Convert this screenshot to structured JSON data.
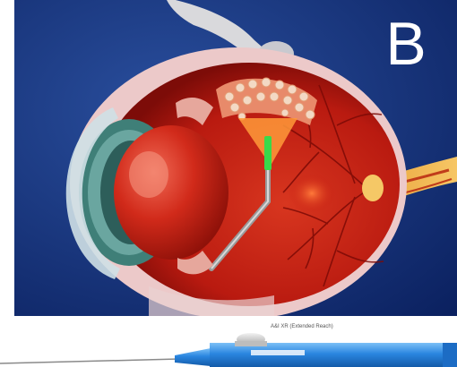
{
  "panel": {
    "letter": "B"
  },
  "probe": {
    "caption": "A&I XR (Extended Reach)"
  },
  "colors": {
    "background": "#0f2c6e",
    "sclera": "#e9c3c3",
    "retina": "#c5190f",
    "lens": "#d9281c",
    "iris": "#3f7f78",
    "laser_tip": "#39d94a",
    "optic_nerve": "#f2b24a",
    "handpiece": "#2a86e0"
  },
  "icons": [
    "eye-cross-section-illustration",
    "laser-probe-handpiece"
  ]
}
